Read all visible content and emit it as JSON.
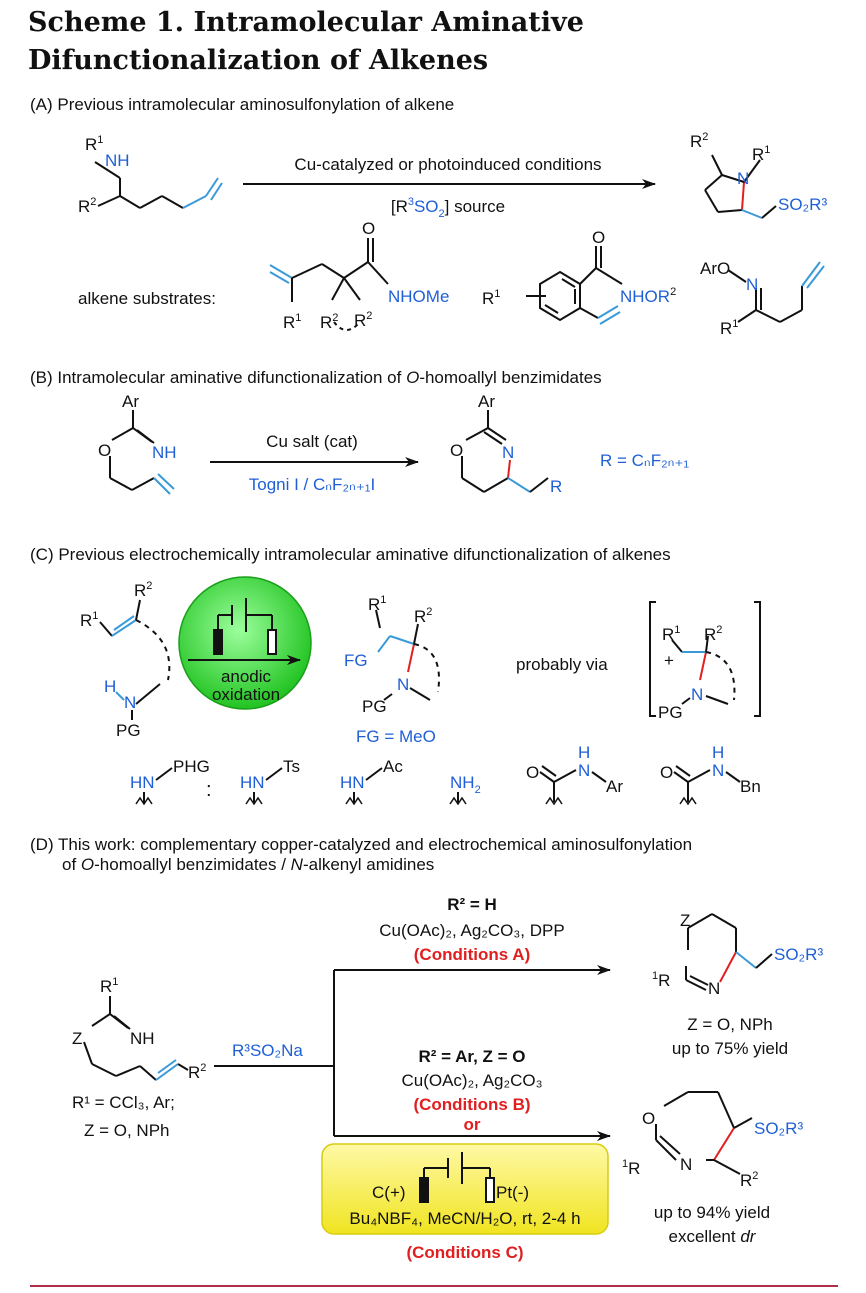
{
  "title": "Scheme 1. Intramolecular Aminative Difunctionalization of Alkenes",
  "colors": {
    "blue": "#1f5fd6",
    "red": "#e02020",
    "bond_blue": "#3a9ad9",
    "black": "#111111",
    "green": "#2bd62b",
    "yellow": "#f2ec2a",
    "rule": "#b03048"
  },
  "sectionA": {
    "heading": "(A) Previous intramolecular aminosulfonylation of  alkene",
    "arrow_top": "Cu-catalyzed or photoinduced conditions",
    "arrow_bottom_pre": "[R",
    "arrow_bottom_sup": "3",
    "arrow_bottom_mid": "SO",
    "arrow_bottom_sub": "2",
    "arrow_bottom_post": "] source",
    "substrates_label": "alkene substrates:",
    "nhome": "NHOMe",
    "nhor2": "NHOR",
    "aro": "ArO",
    "so2r3": "SO₂R³"
  },
  "sectionB": {
    "heading_pre": "(B)  Intramolecular  aminative difunctionalization of ",
    "heading_italic": "O",
    "heading_post": "-homoallyl benzimidates",
    "arrow_top": "Cu salt (cat)",
    "arrow_bottom": "Togni I / CₙF₂ₙ₊₁I",
    "r_def": "R =  CₙF₂ₙ₊₁"
  },
  "sectionC": {
    "heading": "(C) Previous electrochemically intramolecular aminative difunctionalization of alkenes",
    "circle_line1": "anodic",
    "circle_line2": "oxidation",
    "fg_def": "FG = MeO",
    "probably": "probably via",
    "pg_labels": [
      "PHG",
      "Ts",
      "Ac"
    ]
  },
  "sectionD": {
    "heading_line1": "(D)  This work: complementary copper-catalyzed and electrochemical aminosulfonylation",
    "heading_line2_pre": "of ",
    "heading_line2_i1": "O",
    "heading_line2_mid": "-homoallyl benzimidates / ",
    "heading_line2_i2": "N",
    "heading_line2_post": "-alkenyl amidines",
    "reagent": "R³SO₂Na",
    "r1_def": "R¹ = CCl₃, Ar;",
    "z_def": "Z = O, NPh",
    "upper_cond_head": "R² = H",
    "upper_cond_reagents": "Cu(OAc)₂, Ag₂CO₃, DPP",
    "cond_a": "Conditions A",
    "upper_product_z": "Z = O, NPh",
    "upper_yield": "up to 75% yield",
    "lower_cond_head": "R² = Ar, Z = O",
    "lower_cond_reagents": "Cu(OAc)₂, Ag₂CO₃",
    "cond_b": "(Conditions B)",
    "or": "or",
    "electrode_left": "C(+)",
    "electrode_right": "Pt(-)",
    "electro_cond": "Bu₄NBF₄, MeCN/H₂O, rt, 2-4 h",
    "cond_c": "Conditions C",
    "lower_yield": "up to 94% yield",
    "dr_pre": "excellent ",
    "dr_italic": "dr"
  }
}
